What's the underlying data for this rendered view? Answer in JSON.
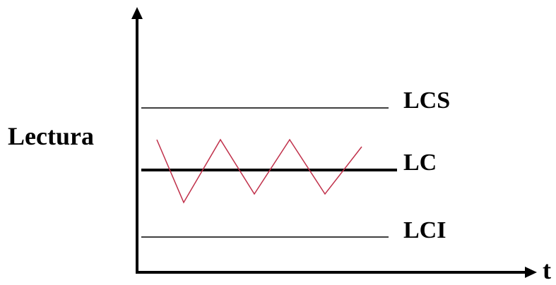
{
  "axes": {
    "y_label": "Lectura",
    "x_label": "t"
  },
  "control_limits": {
    "upper_label": "LCS",
    "center_label": "LC",
    "lower_label": "LCI"
  },
  "colors": {
    "axis": "#000000",
    "signal": "#c0304a"
  }
}
